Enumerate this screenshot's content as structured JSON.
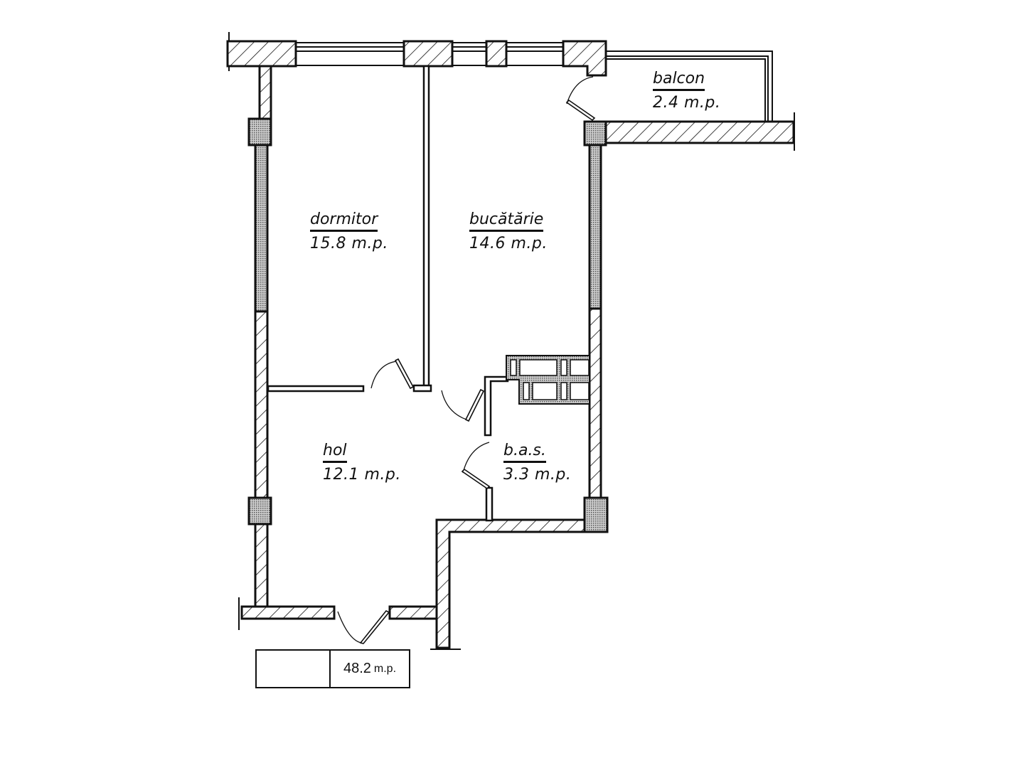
{
  "plan": {
    "colors": {
      "line": "#111111",
      "background": "#ffffff"
    },
    "rooms": [
      {
        "id": "balcon",
        "name": "balcon",
        "area": "2.4",
        "unit": "m.p."
      },
      {
        "id": "dormitor",
        "name": "dormitor",
        "area": "15.8",
        "unit": "m.p."
      },
      {
        "id": "bucatarie",
        "name": "bucătărie",
        "area": "14.6",
        "unit": "m.p."
      },
      {
        "id": "hol",
        "name": "hol",
        "area": "12.1",
        "unit": "m.p."
      },
      {
        "id": "bas",
        "name": "b.a.s.",
        "area": "3.3",
        "unit": "m.p."
      }
    ],
    "total": {
      "area": "48.2",
      "unit": "m.p.",
      "label": ""
    }
  },
  "display": {
    "balcon_area": "2.4  m.p.",
    "dormitor_area": "15.8  m.p.",
    "bucatarie_area": "14.6  m.p.",
    "hol_area": "12.1  m.p.",
    "bas_area": "3.3  m.p."
  }
}
